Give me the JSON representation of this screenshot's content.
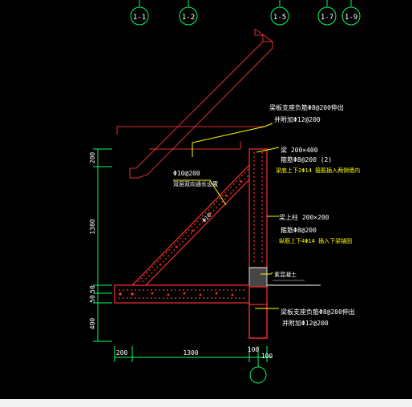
{
  "colors": {
    "background": "#000000",
    "axis": "#00ff66",
    "dimension": "#00ff66",
    "concrete": "#ff4040",
    "rebar": "#ff3030",
    "text_white": "#ffffff",
    "text_yellow": "#ffff00",
    "leader": "#ffff00",
    "hatch": "#c8c8c8"
  },
  "axis_labels": [
    "1-1",
    "1-2",
    "1-5",
    "1-7",
    "1-9"
  ],
  "annotations": {
    "slab_top_line1": "梁板支座负筋Φ8@200伸出",
    "slab_top_line2": "并附加Φ12@200",
    "beam_title": "梁 200×400",
    "beam_stirrup": "箍筋Φ8@200 (2)",
    "beam_bars": "梁底上下2Φ14 箍筋插入两侧墙内",
    "diag_line1": "Φ10@200",
    "diag_line2": "双层双向通长设置",
    "diag_bar": "Φ10",
    "col_title": "梁上柱 200×200",
    "col_stirrup": "箍筋Φ8@200",
    "col_bars": "纵筋上下4Φ14 插入下梁锚固",
    "infill": "素混凝土",
    "slab_bottom_line1": "梁板支座负筋Φ8@200伸出",
    "slab_bottom_line2": "并附加Φ12@200"
  },
  "vertical_dims": [
    "200",
    "1380",
    "50",
    "50",
    "400"
  ],
  "horizontal_dims": [
    "200",
    "1300",
    "100",
    "100"
  ]
}
